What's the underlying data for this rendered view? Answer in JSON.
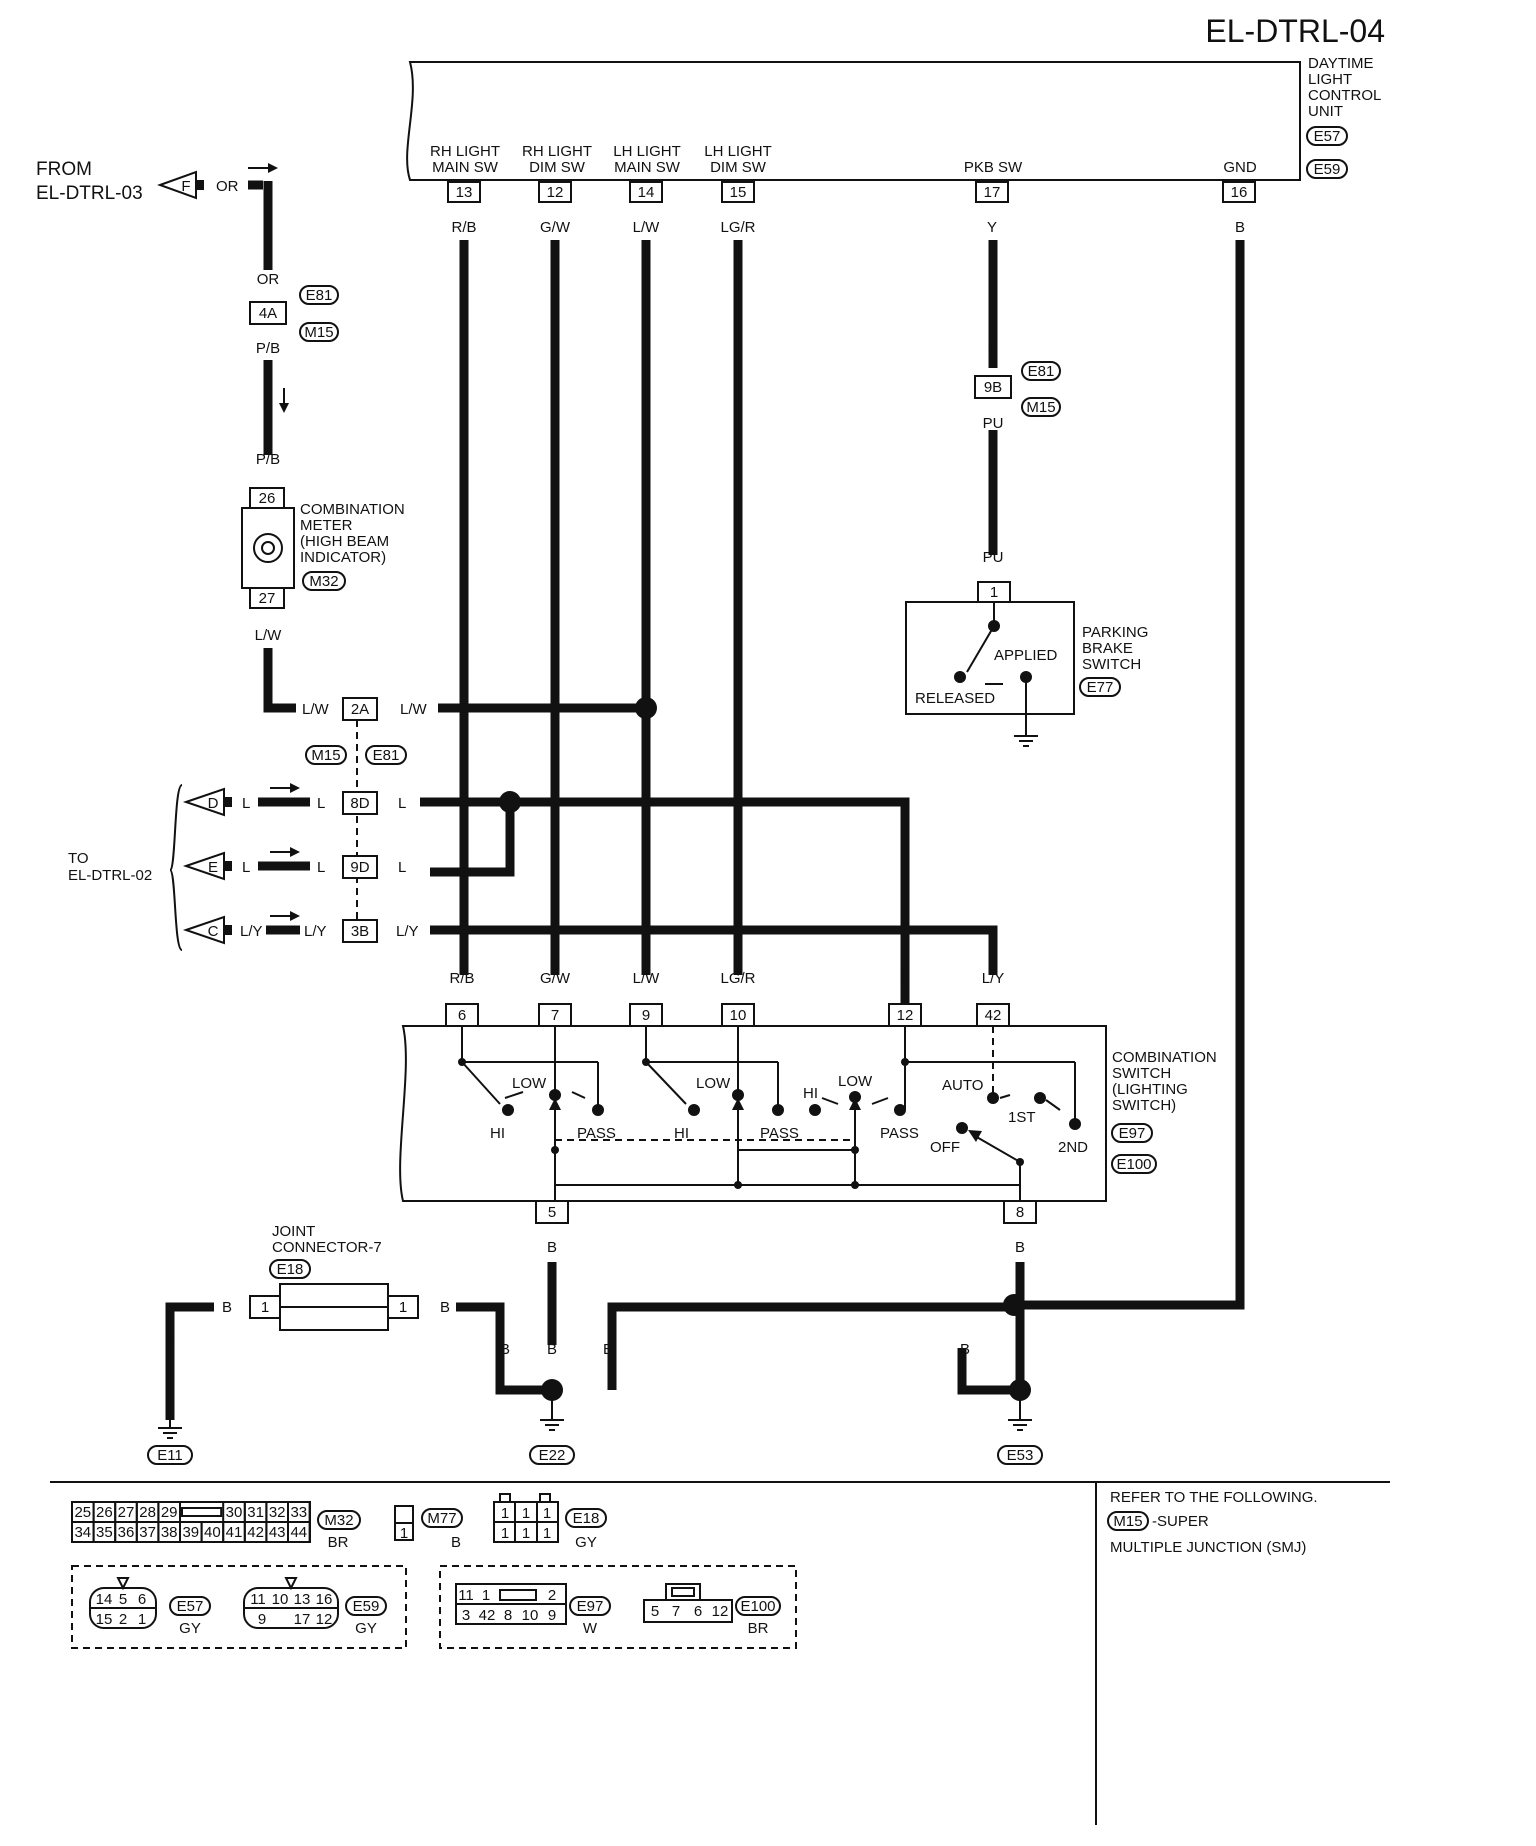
{
  "page_id": "EL-DTRL-04",
  "control_unit": {
    "name_lines": [
      "DAYTIME",
      "LIGHT",
      "CONTROL",
      "UNIT"
    ],
    "connectors": [
      "E57",
      "E59"
    ],
    "terminals": [
      {
        "label": [
          "RH LIGHT",
          "MAIN SW"
        ],
        "pin": "13",
        "wire": "R/B"
      },
      {
        "label": [
          "RH LIGHT",
          "DIM SW"
        ],
        "pin": "12",
        "wire": "G/W"
      },
      {
        "label": [
          "LH LIGHT",
          "MAIN SW"
        ],
        "pin": "14",
        "wire": "L/W"
      },
      {
        "label": [
          "LH LIGHT",
          "DIM SW"
        ],
        "pin": "15",
        "wire": "LG/R"
      },
      {
        "label": [
          "PKB SW"
        ],
        "pin": "17",
        "wire": "Y"
      },
      {
        "label": [
          "GND"
        ],
        "pin": "16",
        "wire": "B"
      }
    ]
  },
  "from_ref": {
    "lines": [
      "FROM",
      "EL-DTRL-03"
    ],
    "letter": "F",
    "wire": "OR"
  },
  "junction_4a": {
    "pin": "4A",
    "top_wire": "OR",
    "bottom_wire": "P/B",
    "connectors": [
      "E81",
      "M15"
    ]
  },
  "combination_meter": {
    "name_lines": [
      "COMBINATION",
      "METER",
      "(HIGH BEAM",
      "INDICATOR)"
    ],
    "connector": "M32",
    "pin_top": "26",
    "pin_bottom": "27",
    "wire_in": "P/B",
    "wire_out": "L/W"
  },
  "junction_9b": {
    "pin": "9B",
    "top_wire": "Y",
    "bottom_wire": "PU",
    "connectors": [
      "E81",
      "M15"
    ]
  },
  "parking_brake": {
    "name_lines": [
      "PARKING",
      "BRAKE",
      "SWITCH"
    ],
    "connector": "E77",
    "pin": "1",
    "wire": "PU",
    "applied": "APPLIED",
    "released": "RELEASED"
  },
  "junction_row": {
    "connectors": [
      "M15",
      "E81"
    ],
    "pins": [
      {
        "pin": "2A",
        "left_wire": "L/W",
        "right_wire": "L/W"
      },
      {
        "pin": "8D",
        "letter": "D",
        "left_wire": "L",
        "mid_wire": "L",
        "right_wire": "L"
      },
      {
        "pin": "9D",
        "letter": "E",
        "left_wire": "L",
        "mid_wire": "L",
        "right_wire": "L"
      },
      {
        "pin": "3B",
        "letter": "C",
        "left_wire": "L/Y",
        "mid_wire": "L/Y",
        "right_wire": "L/Y"
      }
    ]
  },
  "to_ref": {
    "lines": [
      "TO",
      "EL-DTRL-02"
    ]
  },
  "combination_switch": {
    "name_lines": [
      "COMBINATION",
      "SWITCH",
      "(LIGHTING",
      "SWITCH)"
    ],
    "connectors": [
      "E97",
      "E100"
    ],
    "pins_top": [
      {
        "pin": "6",
        "wire": "R/B"
      },
      {
        "pin": "7",
        "wire": "G/W"
      },
      {
        "pin": "9",
        "wire": "L/W"
      },
      {
        "pin": "10",
        "wire": "LG/R"
      },
      {
        "pin": "12",
        "wire": "L"
      },
      {
        "pin": "42",
        "wire": "L/Y"
      }
    ],
    "pins_bottom": [
      {
        "pin": "5",
        "wire": "B"
      },
      {
        "pin": "8",
        "wire": "B"
      }
    ],
    "positions": {
      "low": "LOW",
      "hi": "HI",
      "pass": "PASS",
      "auto": "AUTO",
      "off": "OFF",
      "first": "1ST",
      "second": "2ND"
    }
  },
  "joint_connector": {
    "name_lines": [
      "JOINT",
      "CONNECTOR-7"
    ],
    "connector": "E18",
    "pin": "1",
    "wire": "B"
  },
  "grounds": [
    "E11",
    "E22",
    "E53"
  ],
  "ground_wire": "B",
  "connector_views": {
    "m32": {
      "top_pins": [
        "25",
        "26",
        "27",
        "28",
        "29",
        "30",
        "31",
        "32",
        "33"
      ],
      "bottom_pins": [
        "34",
        "35",
        "36",
        "37",
        "38",
        "39",
        "40",
        "41",
        "42",
        "43",
        "44"
      ],
      "id": "M32",
      "color": "BR"
    },
    "m77": {
      "pin": "1",
      "id": "M77",
      "color": "B"
    },
    "e18": {
      "top_pins": [
        "1",
        "1",
        "1"
      ],
      "bottom_pins": [
        "1",
        "1",
        "1"
      ],
      "id": "E18",
      "color": "GY"
    },
    "e57": {
      "top_pins": [
        "14",
        "5",
        "6"
      ],
      "bottom_pins": [
        "15",
        "2",
        "1"
      ],
      "id": "E57",
      "color": "GY"
    },
    "e59": {
      "top_pins": [
        "11",
        "10",
        "13",
        "16"
      ],
      "bottom_pins": [
        "9",
        "17",
        "12"
      ],
      "id": "E59",
      "color": "GY"
    },
    "e97": {
      "top_pins": [
        "11",
        "1",
        "2"
      ],
      "bottom_pins": [
        "3",
        "42",
        "8",
        "10",
        "9"
      ],
      "id": "E97",
      "color": "W"
    },
    "e100": {
      "pins": [
        "5",
        "7",
        "6",
        "12"
      ],
      "id": "E100",
      "color": "BR"
    }
  },
  "refer_note": {
    "line1": "REFER TO THE FOLLOWING.",
    "connector": "M15",
    "line2": "-SUPER",
    "line3": "MULTIPLE JUNCTION (SMJ)"
  }
}
